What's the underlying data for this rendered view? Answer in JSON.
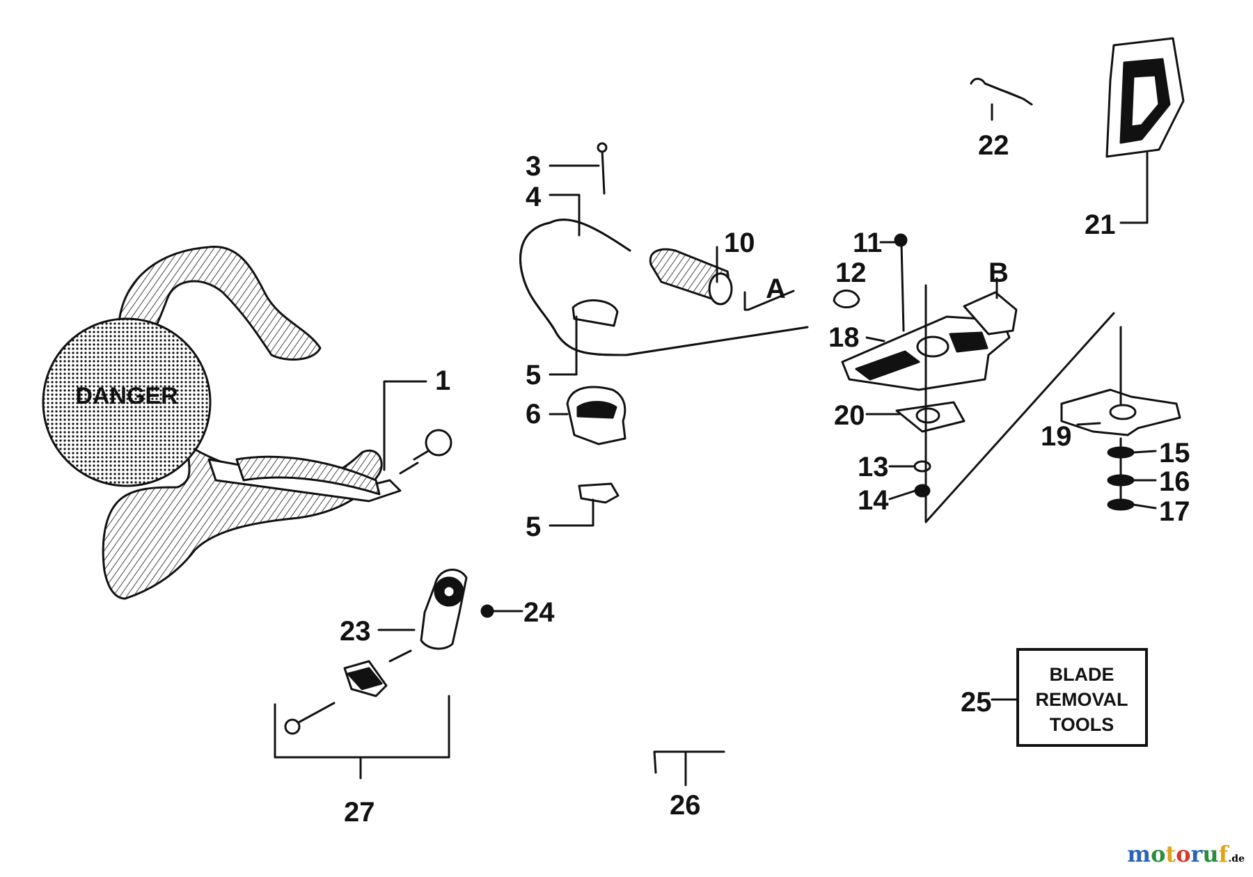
{
  "callouts": {
    "c1": "1",
    "c3": "3",
    "c4": "4",
    "c5a": "5",
    "c5b": "5",
    "c6": "6",
    "c10": "10",
    "cA": "A",
    "c11": "11",
    "c12": "12",
    "cB": "B",
    "c18": "18",
    "c19": "19",
    "c20": "20",
    "c13": "13",
    "c14": "14",
    "c15": "15",
    "c16": "16",
    "c17": "17",
    "c21": "21",
    "c22": "22",
    "c23": "23",
    "c24": "24",
    "c25": "25",
    "c26": "26",
    "c27": "27"
  },
  "tool_box": {
    "line1": "BLADE",
    "line2": "REMOVAL",
    "line3": "TOOLS"
  },
  "harness_badge": {
    "line1": "DANGER"
  },
  "watermark": {
    "text": "motoruf",
    "suffix": ".de",
    "letter_colors": [
      "#2a63b8",
      "#2a8d3c",
      "#e0a21a",
      "#d23a2a",
      "#2a63b8",
      "#2a8d3c",
      "#e0a21a"
    ]
  },
  "colors": {
    "ink": "#111111",
    "paper": "#ffffff",
    "shade": "#9a9a9a"
  }
}
